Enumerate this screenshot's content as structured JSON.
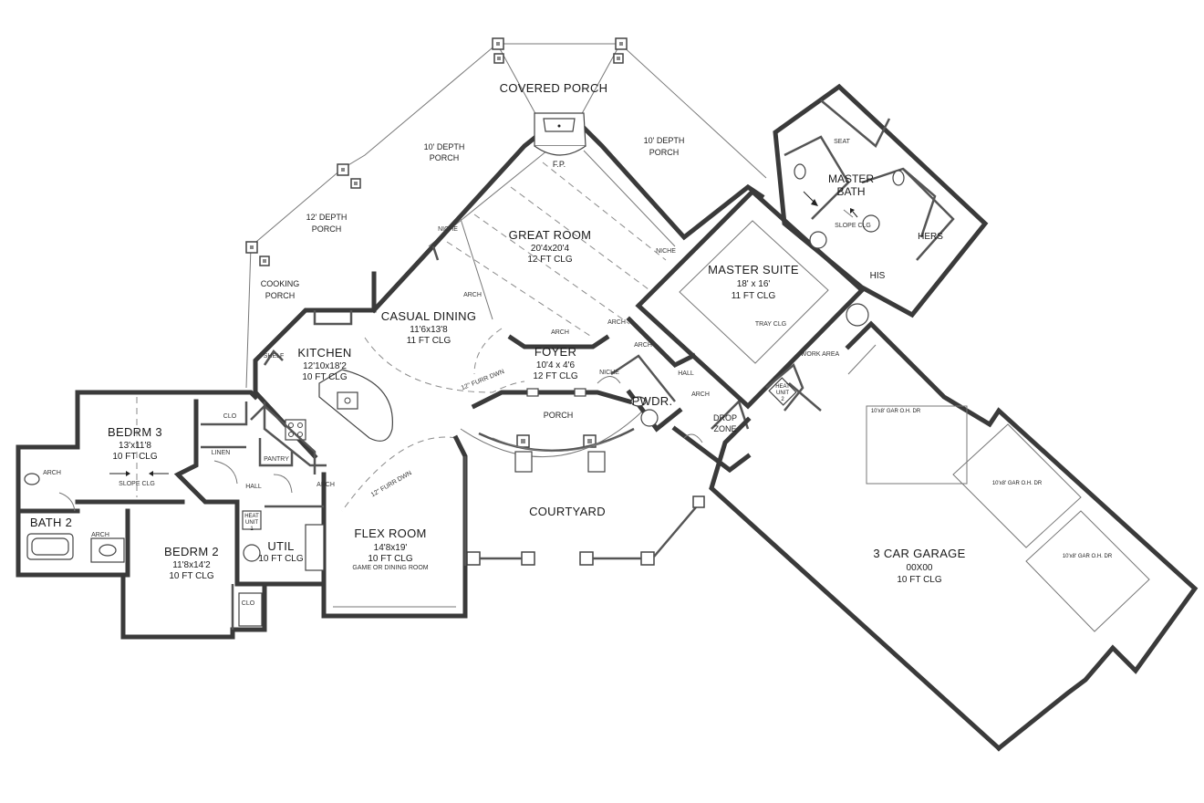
{
  "rooms": {
    "covered_porch": {
      "name": "COVERED PORCH"
    },
    "porch_left_10": {
      "l1": "10' DEPTH",
      "l2": "PORCH"
    },
    "porch_right_10": {
      "l1": "10' DEPTH",
      "l2": "PORCH"
    },
    "porch_12": {
      "l1": "12' DEPTH",
      "l2": "PORCH"
    },
    "cooking_porch": {
      "l1": "COOKING",
      "l2": "PORCH"
    },
    "fp": {
      "name": "F.P."
    },
    "great_room": {
      "name": "GREAT ROOM",
      "size": "20'4x20'4",
      "clg": "12 FT CLG"
    },
    "casual_dining": {
      "name": "CASUAL DINING",
      "size": "11'6x13'8",
      "clg": "11 FT CLG"
    },
    "kitchen": {
      "name": "KITCHEN",
      "size": "12'10x18'2",
      "clg": "10 FT CLG"
    },
    "foyer": {
      "name": "FOYER",
      "size": "10'4 x 4'6",
      "clg": "12 FT CLG"
    },
    "master_suite": {
      "name": "MASTER SUITE",
      "size": "18' x 16'",
      "clg": "11 FT CLG",
      "tray": "TRAY CLG"
    },
    "master_bath": {
      "l1": "MASTER",
      "l2": "BATH",
      "seat": "SEAT",
      "slope": "SLOPE CLG",
      "hers": "HERS",
      "his": "HIS"
    },
    "bedrm3": {
      "name": "BEDRM 3",
      "size": "13'x11'8",
      "clg": "10 FT CLG",
      "slope": "SLOPE CLG"
    },
    "bedrm2": {
      "name": "BEDRM 2",
      "size": "11'8x14'2",
      "clg": "10 FT CLG"
    },
    "bath2": {
      "name": "BATH 2"
    },
    "util": {
      "name": "UTIL",
      "clg": "10 FT CLG"
    },
    "flex_room": {
      "name": "FLEX ROOM",
      "size": "14'8x19'",
      "clg": "10 FT CLG",
      "note": "GAME OR DINING ROOM"
    },
    "courtyard": {
      "name": "COURTYARD"
    },
    "porch_front": {
      "name": "PORCH"
    },
    "pwdr": {
      "name": "PWDR."
    },
    "drop_zone": {
      "l1": "DROP",
      "l2": "ZONE"
    },
    "garage": {
      "name": "3 CAR GARAGE",
      "size": "00X00",
      "clg": "10 FT CLG"
    }
  },
  "notes": {
    "niche_left": "NICHE",
    "niche_right": "NICHE",
    "niche_foyer": "NICHE",
    "arch_dining": "ARCH",
    "arch_foyer_top": "ARCH",
    "arch_great_right": "ARCH",
    "arch_hall_master": "ARCH",
    "arch_hall": "ARCH",
    "arch_kitchen": "ARCH",
    "arch_bedrm3": "ARCH",
    "arch_bath2": "ARCH",
    "hall_master": "HALL",
    "hall_beds": "HALL",
    "shelf": "SHELF",
    "clo_bed3": "CLO",
    "clo_bed2": "CLO",
    "linen": "LINEN",
    "pantry": "PANTRY",
    "work_area": "WORK AREA",
    "heat_unit_1_a": "HEAT",
    "heat_unit_1_b": "UNIT",
    "heat_unit_1_c": "1",
    "heat_unit_2_a": "HEAT",
    "heat_unit_2_b": "UNIT",
    "heat_unit_2_c": "2",
    "furr_kitchen": "12\" FURR DWN",
    "furr_flex": "12\" FURR DWN",
    "gar_door_1": "10'x8' GAR O.H. DR",
    "gar_door_2": "10'x8' GAR O.H. DR",
    "gar_door_3": "10'x8' GAR O.H. DR"
  }
}
